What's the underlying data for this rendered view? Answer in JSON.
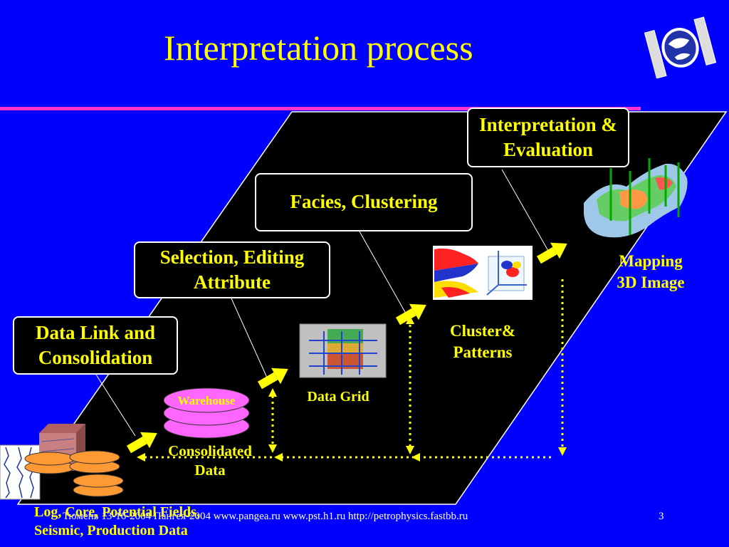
{
  "slide": {
    "title": "Interpretation process",
    "footer": "Тюмень 13-16-2004  Пангея-2004     www.pangea.ru   www.pst.h1.ru  http://petrophysics.fastbb.ru",
    "page_number": "3"
  },
  "stages": {
    "data_link": "Data Link and Consolidation",
    "selection": "Selection, Editing Attribute",
    "facies": "Facies, Clustering",
    "interpretation": "Interpretation & Evaluation"
  },
  "outputs": {
    "sources": [
      "Log, Core, Potential Fields,",
      "Seismic, Production Data"
    ],
    "warehouse": "Warehouse",
    "consolidated": [
      "Consolidated",
      "Data"
    ],
    "data_grid": "Data Grid",
    "cluster": [
      "Cluster&",
      "Patterns"
    ],
    "mapping": [
      "Mapping",
      "3D Image"
    ]
  },
  "colors": {
    "background": "#0000FF",
    "text": "#FFFF00",
    "rule": "#FF33CC",
    "panel": "#000000",
    "warehouse_disk": "#FF66FF",
    "source_disk": "#FF9933",
    "connector": "#FFFF00"
  },
  "icons": [
    "logo-icon",
    "seismic-cube-icon",
    "log-chart-icon",
    "data-grid-icon",
    "cluster-icon",
    "mapping-3d-icon",
    "arrow-icon"
  ]
}
